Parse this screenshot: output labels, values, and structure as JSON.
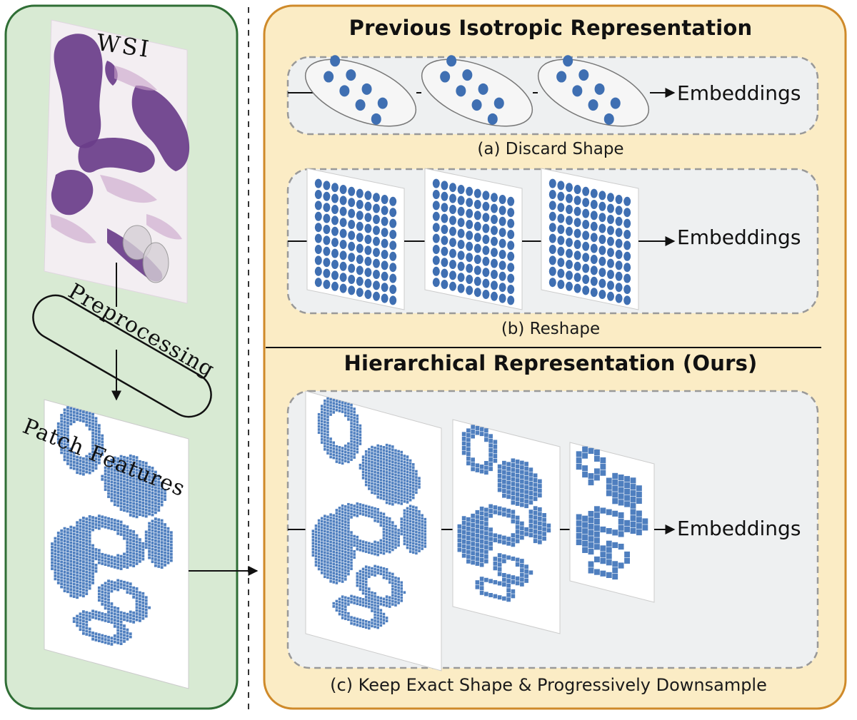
{
  "left_panel": {
    "wsi_label": "WSI",
    "preprocessing_label": "Preprocessing",
    "patch_features_label": "Patch Features"
  },
  "right_panel": {
    "previous_title": "Previous Isotropic Representation",
    "hierarchical_title": "Hierarchical Representation (Ours)",
    "row_a": {
      "caption": "(a) Discard Shape",
      "output": "Embeddings"
    },
    "row_b": {
      "caption": "(b) Reshape",
      "output": "Embeddings"
    },
    "row_c": {
      "caption": "(c) Keep Exact Shape & Progressively Downsample",
      "output": "Embeddings"
    }
  },
  "colors": {
    "left_panel_fill": "#d8ead3",
    "left_panel_border": "#2f6e35",
    "right_panel_fill": "#fbecc5",
    "right_panel_border": "#cf8a2a",
    "row_box_fill": "#eef0f1",
    "row_box_border": "#999999",
    "patch_blue": "#4f7fbf",
    "dot_blue": "#3f6fb2",
    "stain_purple": "#6a3d8a",
    "stain_pink": "#c9a3c9"
  }
}
